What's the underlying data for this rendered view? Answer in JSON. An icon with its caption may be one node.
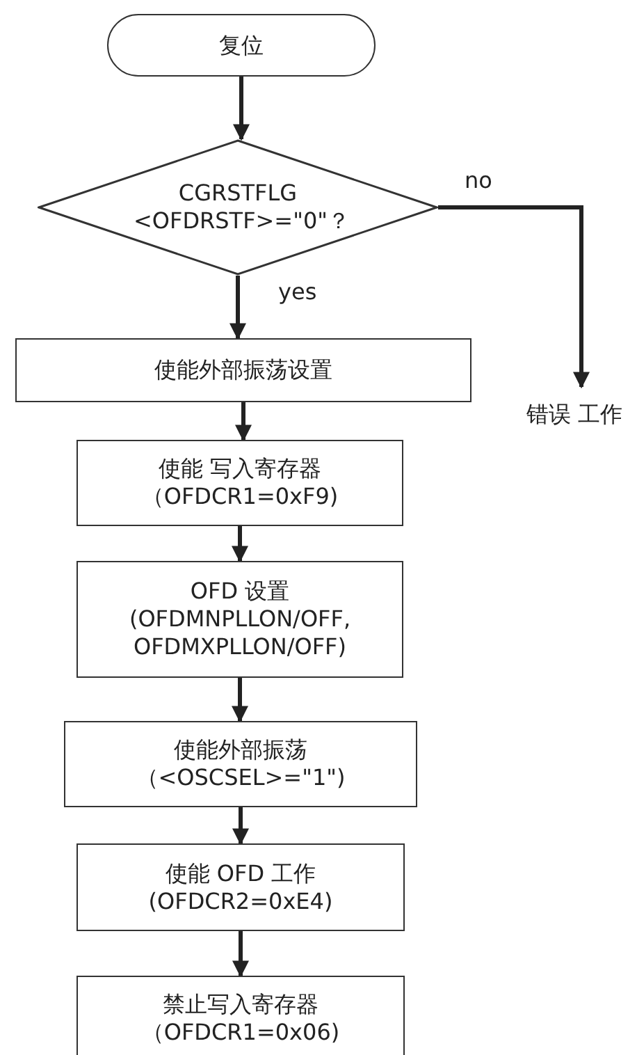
{
  "diagram": {
    "nodes": [
      {
        "text": [
          "复位"
        ]
      },
      {
        "text": [
          "CGRSTFLG <OFDRSTF>=\"0\"？"
        ]
      },
      {
        "text": [
          "使能外部振荡设置"
        ]
      },
      {
        "text": [
          "使能 写入寄存器",
          "（OFDCR1=0xF9)"
        ]
      },
      {
        "text": [
          "OFD 设置",
          "(OFDMNPLLON/OFF, OFDMXPLLON/OFF)"
        ]
      },
      {
        "text": [
          "使能外部振荡",
          "（<OSCSEL>=\"1\")"
        ]
      },
      {
        "text": [
          "使能 OFD 工作",
          "(OFDCR2=0xE4)"
        ]
      },
      {
        "text": [
          "禁止写入寄存器",
          "（OFDCR1=0x06)"
        ]
      },
      {
        "text": [
          "错误 工作"
        ]
      }
    ],
    "edges": [
      {
        "from": 0,
        "to": 1,
        "arrow": "to"
      },
      {
        "from": 1,
        "to": 2,
        "arrow": "to",
        "label": "yes"
      },
      {
        "from": 1,
        "to": 8,
        "arrow": "to",
        "label": "no"
      },
      {
        "from": 2,
        "to": 3,
        "arrow": "to"
      },
      {
        "from": 3,
        "to": 4,
        "arrow": "to"
      },
      {
        "from": 4,
        "to": 5,
        "arrow": "to"
      },
      {
        "from": 5,
        "to": 6,
        "arrow": "to"
      },
      {
        "from": 6,
        "to": 7,
        "arrow": "to"
      }
    ]
  }
}
